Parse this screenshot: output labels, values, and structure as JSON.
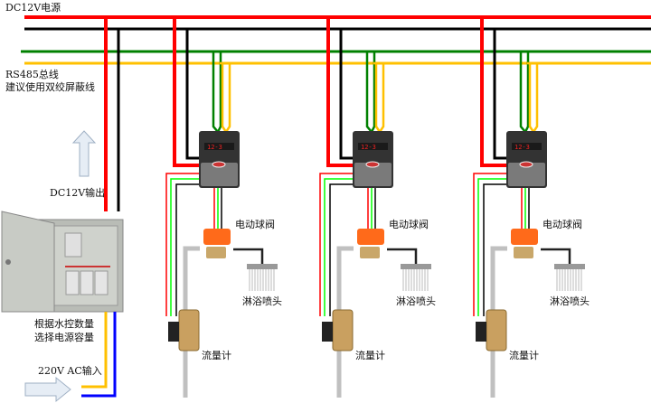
{
  "labels": {
    "power_supply": "DC12V电源",
    "bus": "RS485总线",
    "bus_note": "建议使用双绞屏蔽线",
    "dc_output": "DC12V输出",
    "capacity_note_1": "根据水控数量",
    "capacity_note_2": "选择电源容量",
    "ac_input": "220V AC输入"
  },
  "units": [
    {
      "valve": "电动球阀",
      "shower": "淋浴喷头",
      "flowmeter": "流量计"
    },
    {
      "valve": "电动球阀",
      "shower": "淋浴喷头",
      "flowmeter": "流量计"
    },
    {
      "valve": "电动球阀",
      "shower": "淋浴喷头",
      "flowmeter": "流量计"
    }
  ],
  "colors": {
    "dc_positive": "#ff0000",
    "dc_negative": "#000000",
    "rs485_a": "#008000",
    "rs485_b": "#ffc000",
    "ac_live": "#ffc000",
    "ac_neutral": "#0000ff",
    "pipe": "#c0c0c0",
    "valve": "#ff6a1a"
  }
}
